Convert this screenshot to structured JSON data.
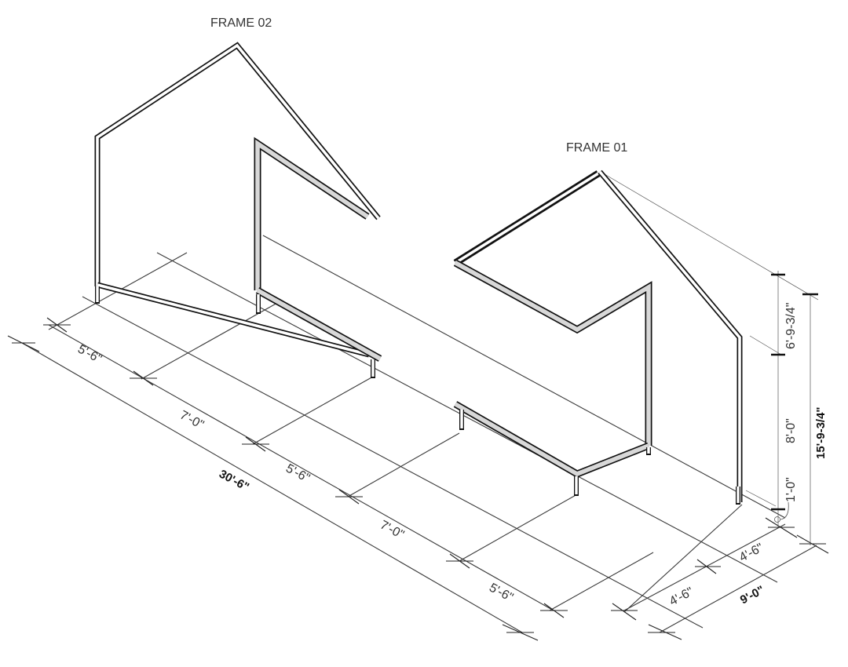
{
  "drawing": {
    "type": "axonometric frame diagram",
    "frames": [
      {
        "id": "frame-02",
        "label": "FRAME 02"
      },
      {
        "id": "frame-01",
        "label": "FRAME 01"
      }
    ],
    "length_dimensions": {
      "segments": [
        "5'-6\"",
        "7'-0\"",
        "5'-6\"",
        "7'-0\"",
        "5'-6\""
      ],
      "overall": "30'-6\""
    },
    "width_dimensions": {
      "segments": [
        "4'-6\"",
        "4'-6\""
      ],
      "overall": "9'-0\""
    },
    "height_dimensions": {
      "segments": [
        "1'-0\"",
        "8'-0\"",
        "6'-9-3/4\""
      ],
      "overall": "15'-9-3/4\""
    },
    "colors": {
      "line": "#111111",
      "grid": "#3a3a3a",
      "member_fill": "#d8d8d8",
      "background": "#ffffff"
    }
  }
}
